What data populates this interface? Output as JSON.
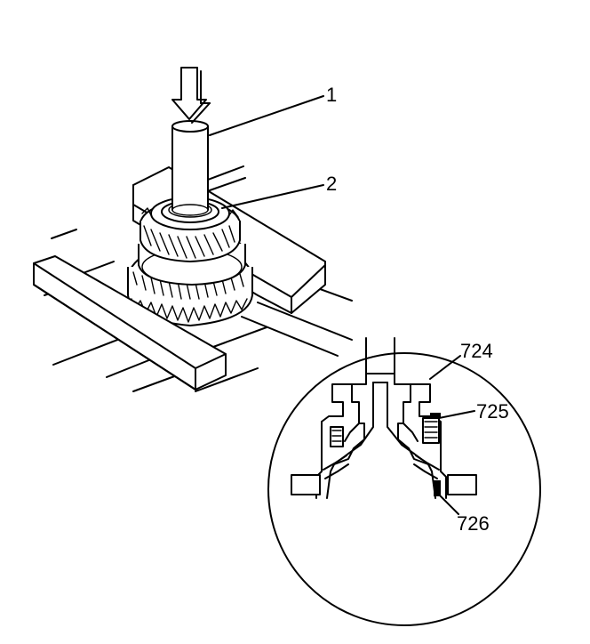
{
  "figure": {
    "callouts": {
      "c1": "1",
      "c2": "2",
      "c724": "724",
      "c725": "725",
      "c726": "726"
    },
    "colors": {
      "line": "#000000",
      "background": "#ffffff"
    }
  }
}
